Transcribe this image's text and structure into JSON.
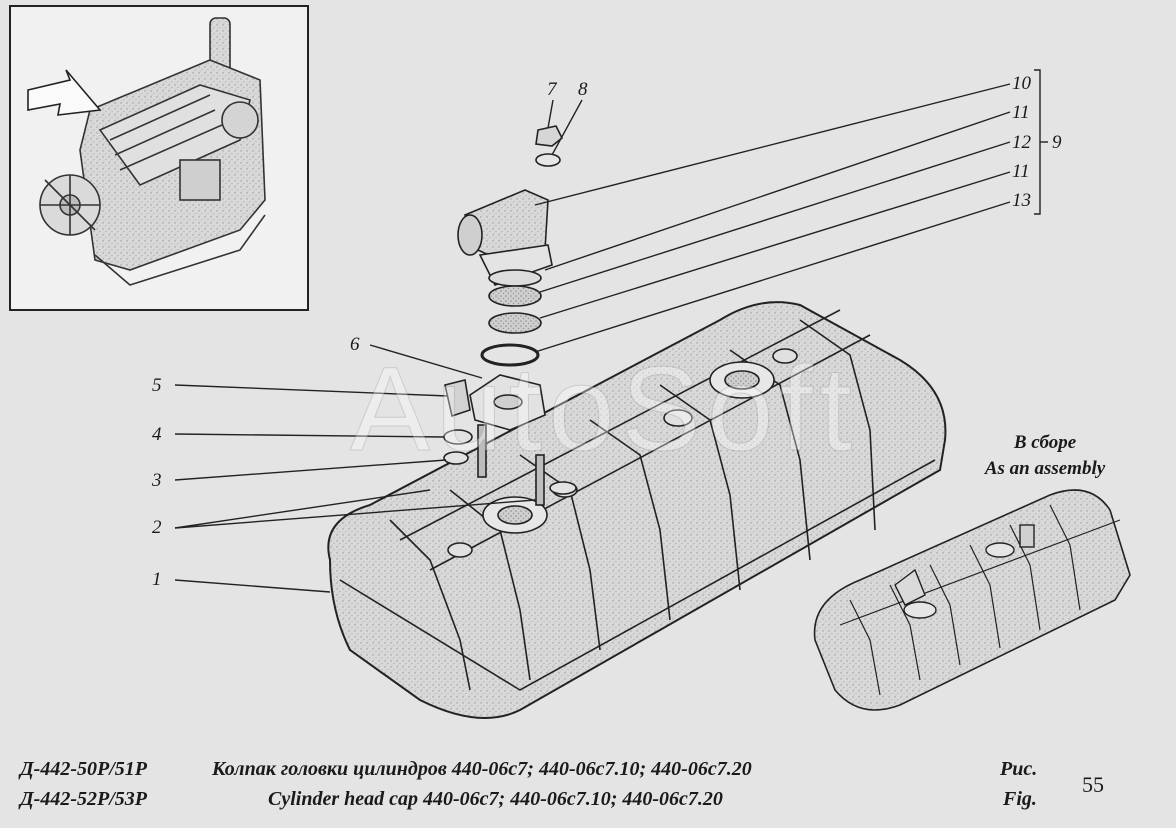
{
  "callouts": [
    {
      "id": "1",
      "label": "1"
    },
    {
      "id": "2",
      "label": "2"
    },
    {
      "id": "3",
      "label": "3"
    },
    {
      "id": "4",
      "label": "4"
    },
    {
      "id": "5",
      "label": "5"
    },
    {
      "id": "6",
      "label": "6"
    },
    {
      "id": "7",
      "label": "7"
    },
    {
      "id": "8",
      "label": "8"
    },
    {
      "id": "9",
      "label": "9"
    },
    {
      "id": "10",
      "label": "10"
    },
    {
      "id": "11a",
      "label": "11"
    },
    {
      "id": "12",
      "label": "12"
    },
    {
      "id": "11b",
      "label": "11"
    },
    {
      "id": "13",
      "label": "13"
    }
  ],
  "assembly": {
    "ru": "В сборе",
    "en": "As an assembly"
  },
  "watermark": "AutoSoft",
  "footer": {
    "model_ru": "Д-442-50Р/51Р",
    "model_en": "Д-442-52Р/53Р",
    "title_ru": "Колпак головки цилиндров 440-06с7; 440-06с7.10; 440-06с7.20",
    "title_en": "Cylinder head cap 440-06с7; 440-06с7.10; 440-06с7.20",
    "fig_ru": "Рис.",
    "fig_en": "Fig.",
    "fig_number": "55"
  }
}
